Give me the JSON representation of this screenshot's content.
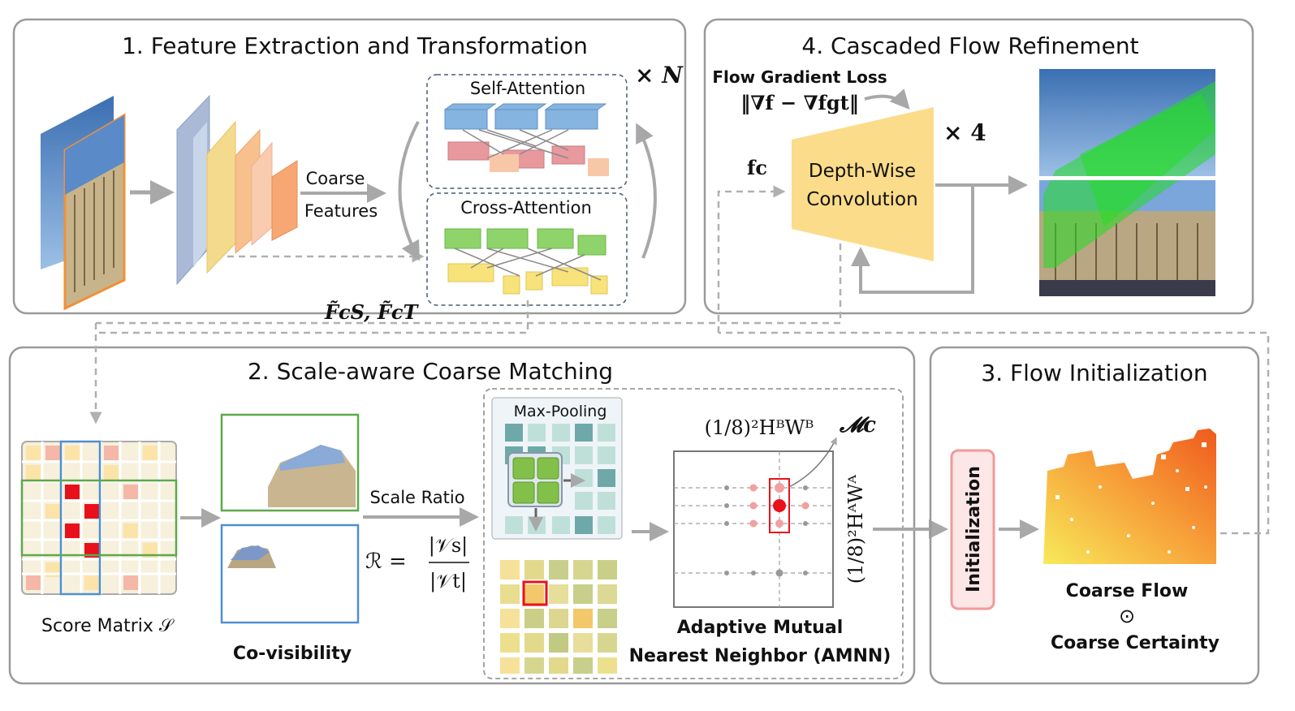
{
  "panel1": {
    "title": "1. Feature Extraction and Transformation",
    "coarse": "Coarse",
    "features": "Features",
    "self_attention": "Self-Attention",
    "cross_attention": "Cross-Attention",
    "times_n": "× N",
    "feature_symbols": "F̃cS, F̃cT"
  },
  "panel4": {
    "title": "4. Cascaded Flow Refinement",
    "loss_label": "Flow Gradient Loss",
    "loss_formula": "‖∇f − ∇fgt‖",
    "fc": "fc",
    "dwconv_line1": "Depth-Wise",
    "dwconv_line2": "Convolution",
    "times_4": "× 4"
  },
  "panel2": {
    "title": "2. Scale-aware Coarse Matching",
    "score_matrix": "Score Matrix 𝒮",
    "covisibility": "Co-visibility",
    "scale_ratio": "Scale Ratio",
    "ratio_lhs": "ℛ  =",
    "ratio_num": "|𝒱s|",
    "ratio_den": "|𝒱t|",
    "max_pooling": "Max-Pooling",
    "top_dim": "(1/8)²HᴮWᴮ",
    "side_dim": "(1/8)²HᴬWᴬ",
    "mc": "𝓜c",
    "amnn_line1": "Adaptive Mutual",
    "amnn_line2": "Nearest Neighbor (AMNN)"
  },
  "panel3": {
    "title": "3. Flow Initialization",
    "init": "Initialization",
    "coarse_flow": "Coarse Flow",
    "odot": "⊙",
    "coarse_certainty": "Coarse Certainty"
  },
  "colors": {
    "panel_border": "#9a9a9a",
    "arrow": "#a8a8a8",
    "dw_fill": "#fbdc8a",
    "match_green": "#22dd22",
    "score_red": "#e8101a",
    "blue_box": "#4f8fd0",
    "green_box": "#5fa84a"
  }
}
